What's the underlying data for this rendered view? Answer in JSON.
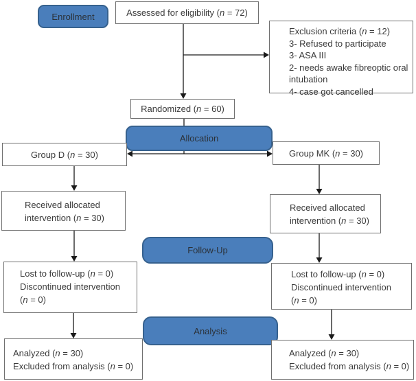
{
  "figure": {
    "type": "consort-flow-diagram",
    "stages": {
      "enrollment": "Enrollment",
      "allocation": "Allocation",
      "followup": "Follow-Up",
      "analysis": "Analysis"
    },
    "enrollment": {
      "assessed": "Assessed for eligibility (n = 72)",
      "exclusion": [
        "Exclusion criteria (n = 12)",
        "3- Refused to participate",
        "3- ASA III",
        "2- needs awake fibreoptic oral intubation",
        "4- case got cancelled"
      ],
      "randomized": "Randomized (n = 60)"
    },
    "columns": {
      "left": {
        "group": "Group D (n = 30)",
        "received": [
          "Received allocated",
          "intervention (n = 30)"
        ],
        "lost": [
          "Lost to follow-up (n = 0)",
          "Discontinued intervention",
          "(n = 0)"
        ],
        "analyzed": [
          "Analyzed (n = 30)",
          "Excluded from analysis (n = 0)"
        ]
      },
      "right": {
        "group": "Group MK (n = 30)",
        "received": [
          "Received allocated",
          "intervention (n = 30)"
        ],
        "lost": [
          "Lost to follow-up (n = 0)",
          "Discontinued intervention",
          "(n = 0)"
        ],
        "analyzed": [
          "Analyzed (n = 30)",
          "Excluded from analysis (n = 0)"
        ]
      }
    },
    "colors": {
      "stage_fill": "#4a7ebb",
      "stage_border": "#36618e",
      "box_border": "#6f6f6f",
      "text": "#3a3a3a",
      "connector": "#1a1a1a"
    }
  }
}
